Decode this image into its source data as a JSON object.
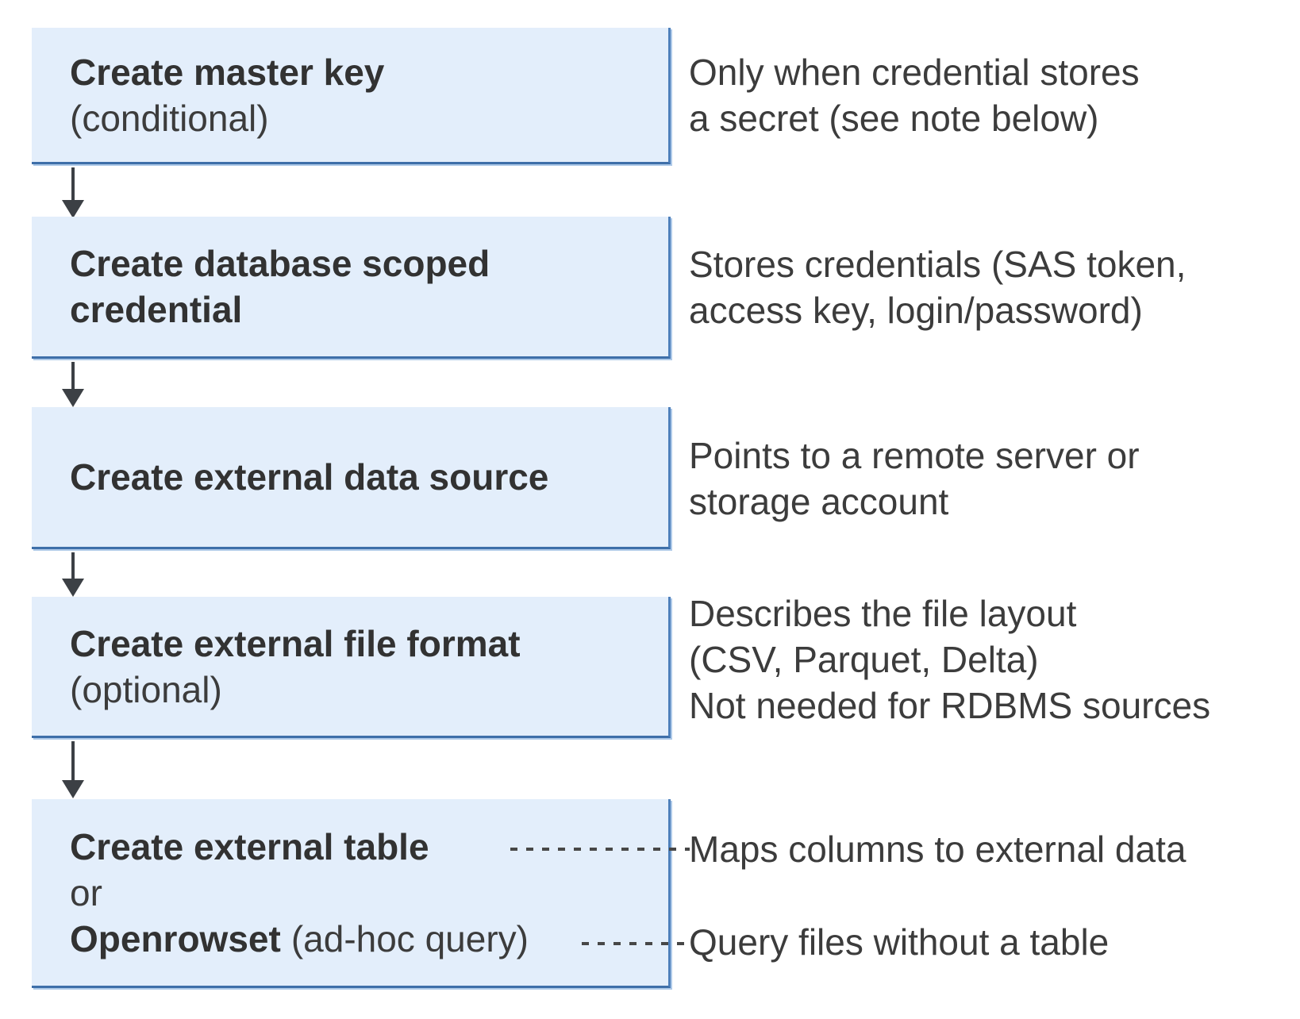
{
  "diagram": {
    "description": "Flow of steps to set up external data access",
    "colors": {
      "box_fill": "#e3eefb",
      "box_border_right": "#4e80bb",
      "box_border_bottom": "#3e6fa9",
      "box_border_outer": "#aec9e8",
      "arrow": "#3c4045",
      "dash": "#474747",
      "title_text": "#323232",
      "body_text": "#3c3c3c"
    },
    "steps": [
      {
        "title": "Create master key",
        "qualifier": "(conditional)",
        "note_lines": [
          "Only when credential stores",
          "a secret (see note below)"
        ]
      },
      {
        "title_lines": [
          "Create database scoped",
          "credential"
        ],
        "note_lines": [
          "Stores credentials (SAS token,",
          "access key, login/password)"
        ]
      },
      {
        "title": "Create external data source",
        "note_lines": [
          "Points to a remote server or",
          "storage account"
        ]
      },
      {
        "title": "Create external file format",
        "qualifier": "(optional)",
        "note_lines": [
          "Describes the file layout",
          "(CSV, Parquet, Delta)",
          "Not needed for RDBMS sources"
        ]
      },
      {
        "title": "Create external table",
        "conjunction": "or",
        "alt_title": "Openrowset",
        "alt_qualifier": "(ad-hoc query)",
        "note_table": "Maps columns to external data",
        "note_openrowset": "Query files without a table"
      }
    ]
  }
}
